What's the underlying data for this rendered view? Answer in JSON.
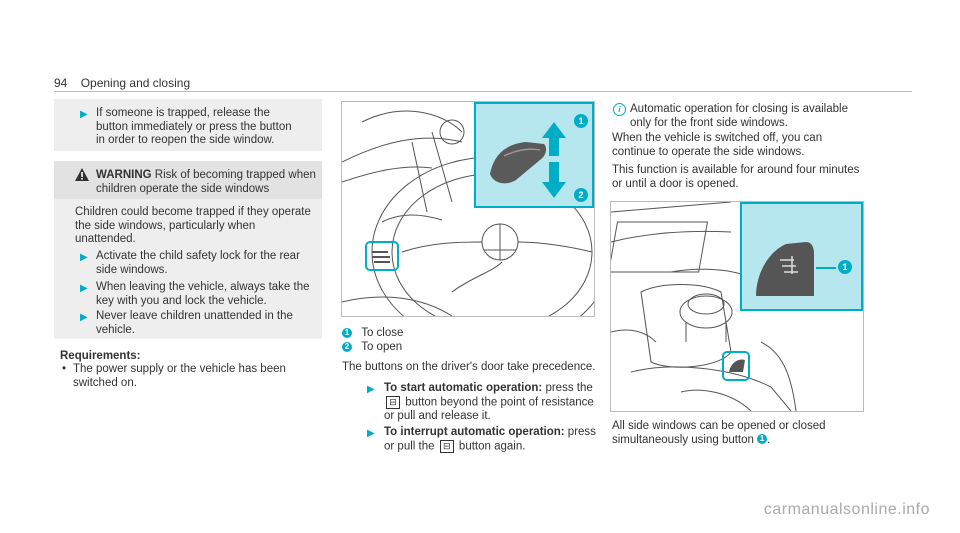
{
  "header": {
    "page_number": "94",
    "section": "Opening and closing"
  },
  "col1": {
    "trapped_note": "If someone is trapped, release the button immediately or press the button in order to reopen the side window.",
    "warning": {
      "label": "WARNING",
      "title": "Risk of becoming trapped when children operate the side windows",
      "body": "Children could become trapped if they operate the side windows, particularly when unattended.",
      "steps": [
        "Activate the child safety lock for the rear side windows.",
        "When leaving the vehicle, always take the key with you and lock the vehicle.",
        "Never leave children unattended in the vehicle."
      ]
    },
    "requirements_heading": "Requirements:",
    "requirements_bullet": "•",
    "requirements_item": "The power supply or the vehicle has been switched on."
  },
  "col2": {
    "legend": [
      {
        "num": "1",
        "text": "To close"
      },
      {
        "num": "2",
        "text": "To open"
      }
    ],
    "intro": "The buttons on the driver's door take precedence.",
    "step1_label": "To start automatic operation:",
    "step1_a": "press the",
    "step1_b": "button beyond the point of resistance or pull and release it.",
    "step2_label": "To interrupt automatic operation:",
    "step2_a": "press or pull the",
    "step2_b": "button again."
  },
  "col3": {
    "info_text": "Automatic operation for closing is available only for the front side windows.",
    "para1": "When the vehicle is switched off, you can continue to operate the side windows.",
    "para2": "This function is available for around four minutes or until a door is opened.",
    "bottom_a": "All side windows can be opened or closed simultaneously using button",
    "bottom_num": "1",
    "bottom_end": "."
  },
  "figure1": {
    "callout1": "1",
    "callout2": "2"
  },
  "figure2": {
    "callout1": "1"
  },
  "window_key_symbol": "⊟",
  "watermark": "carmanualsonline.info",
  "colors": {
    "accent": "#00adc6",
    "callout_panel": "#b6e7ee",
    "warning_bg": "#eeeeee"
  },
  "icons": [
    "arrow-right-icon",
    "warning-triangle-icon",
    "info-icon",
    "window-switch-icon",
    "steering-wheel-icon"
  ]
}
